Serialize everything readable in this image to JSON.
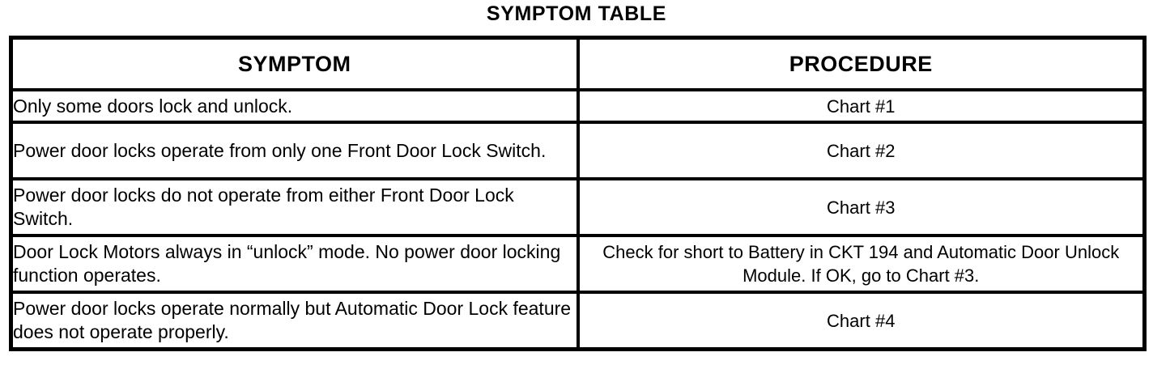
{
  "document": {
    "title": "SYMPTOM TABLE"
  },
  "table": {
    "columns": [
      {
        "id": "symptom",
        "label": "SYMPTOM"
      },
      {
        "id": "procedure",
        "label": "PROCEDURE"
      }
    ],
    "rows": [
      {
        "symptom": "Only some doors lock and unlock.",
        "procedure": "Chart #1"
      },
      {
        "symptom": "Power door locks operate from only one Front Door Lock Switch.",
        "procedure": "Chart #2"
      },
      {
        "symptom": "Power door locks do not operate from either Front Door Lock Switch.",
        "procedure": "Chart #3"
      },
      {
        "symptom": "Door Lock Motors always in “unlock” mode. No power door locking function operates.",
        "procedure": "Check for short to Battery in CKT 194 and Automatic Door Unlock Module. If OK, go to Chart #3."
      },
      {
        "symptom": "Power door locks operate normally but Automatic Door Lock feature does not operate properly.",
        "procedure": "Chart #4"
      }
    ]
  },
  "colors": {
    "ink": "#000000",
    "paper": "#ffffff"
  }
}
